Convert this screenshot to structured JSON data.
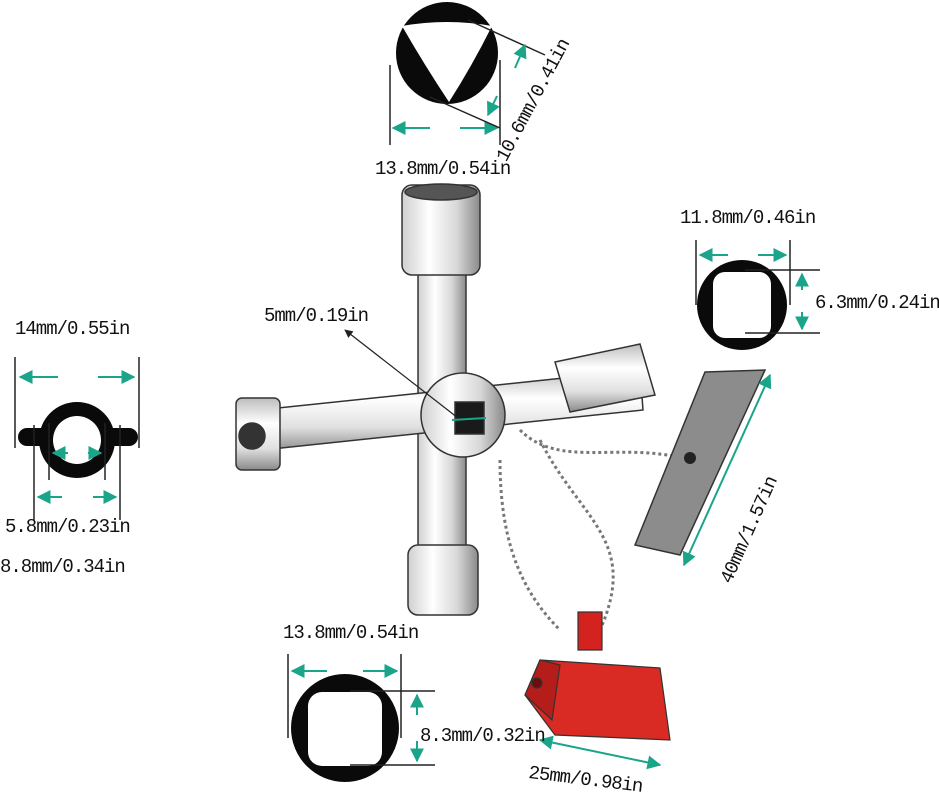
{
  "diagram": {
    "subject": "4-way cross utility key with chain, screwdriver bit and red adapter",
    "accent_color": "#1aa58a",
    "annotations": {
      "triangle_socket_width": "13.8mm/0.54in",
      "triangle_socket_inner": "10.6mm/0.41in",
      "square_socket_small_outer": "11.8mm/0.46in",
      "square_socket_small_inner": "6.3mm/0.24in",
      "double_bit_outer": "14mm/0.55in",
      "double_bit_inner": "5.8mm/0.23in",
      "double_bit_mid": "8.8mm/0.34in",
      "center_square": "5mm/0.19in",
      "square_socket_large_outer": "13.8mm/0.54in",
      "square_socket_large_inner": "8.3mm/0.32in",
      "red_adapter_length": "25mm/0.98in",
      "screwdriver_bit_length": "40mm/1.57in"
    }
  }
}
